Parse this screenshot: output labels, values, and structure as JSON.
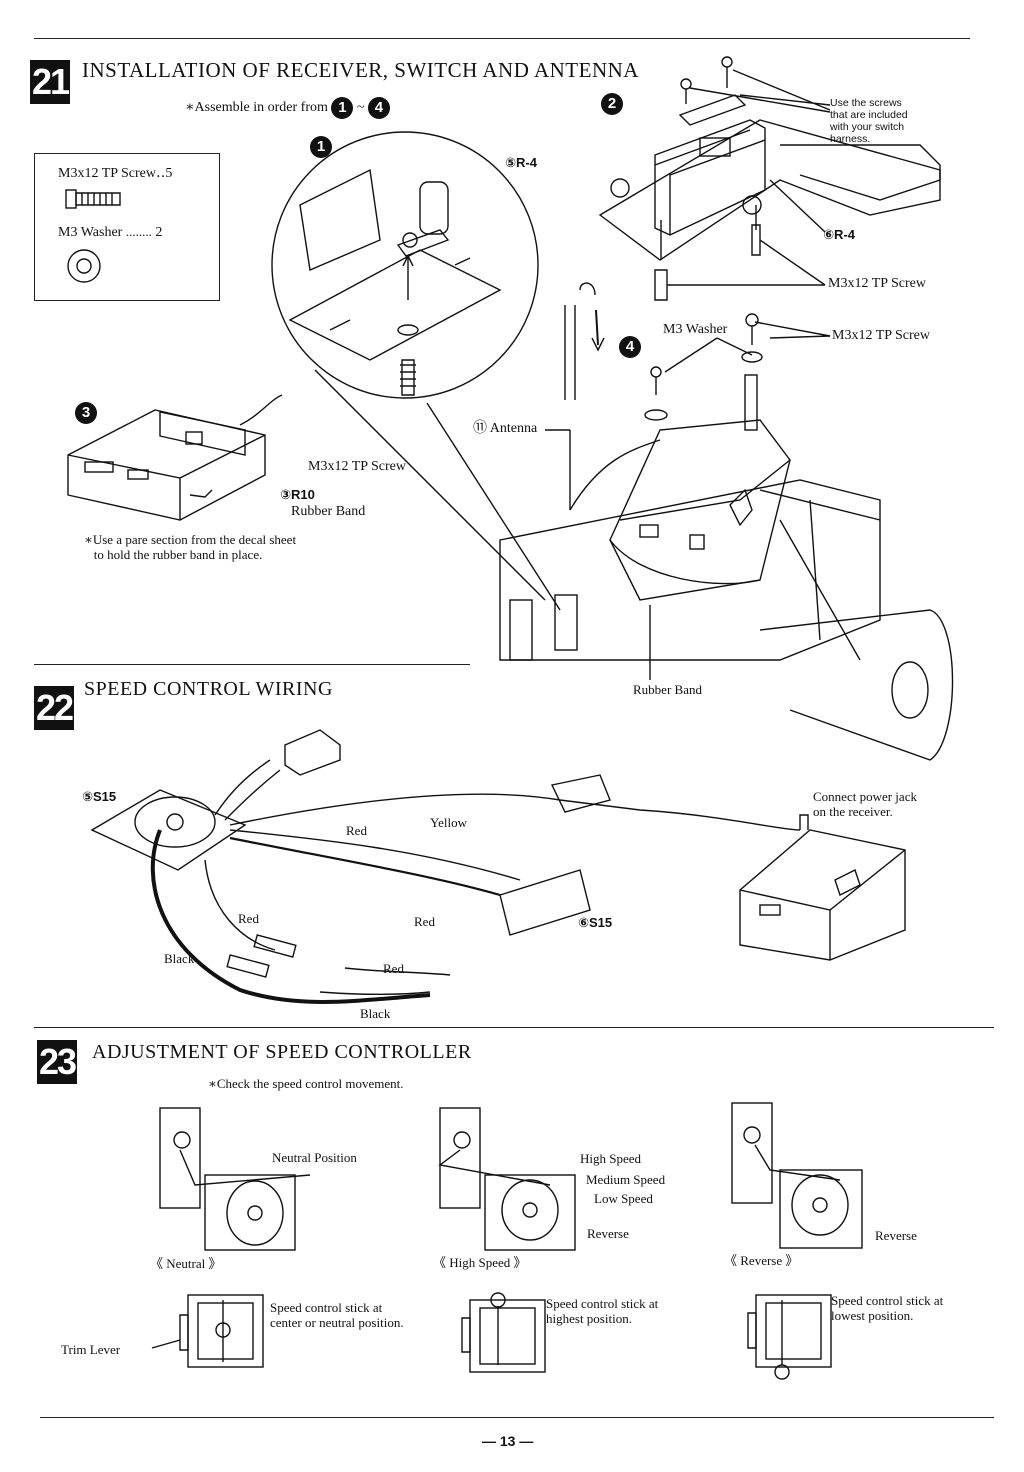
{
  "s21": {
    "number": "21",
    "title": "INSTALLATION OF RECEIVER, SWITCH AND ANTENNA",
    "note": "∗Assemble in order from",
    "note_from": "1",
    "note_tilde": "~",
    "note_to": "4",
    "parts": {
      "screw": "M3x12 TP Screw‥",
      "screw_qty": "5",
      "washer": "M3 Washer",
      "washer_dots": "........",
      "washer_qty": "2"
    },
    "steps": [
      "1",
      "2",
      "3",
      "4"
    ],
    "r4": "⑤R-4",
    "r4b": "⑥R-4",
    "screw_use": "Use the screws\nthat are included\nwith your switch\nharness.",
    "m3tp_a": "M3x12 TP Screw",
    "m3tp_b": "M3x12 TP Screw",
    "m3tp_c": "M3x12 TP Screw",
    "m3washer": "M3 Washer",
    "antenna": "⑪ Antenna",
    "r10": "③R10",
    "rubber_band": "Rubber Band",
    "decal_note": "∗Use a pare section from the decal sheet\n   to hold the rubber band in place.",
    "rubber_band2": "Rubber Band"
  },
  "s22": {
    "number": "22",
    "title": "SPEED CONTROL WIRING",
    "s15a": "⑤S15",
    "s15b": "⑥S15",
    "red1": "Red",
    "yellow": "Yellow",
    "red2": "Red",
    "red3": "Red",
    "red4": "Red",
    "black1": "Black",
    "black2": "Black",
    "connect": "Connect power jack\non the receiver."
  },
  "s23": {
    "number": "23",
    "title": "ADJUSTMENT OF SPEED CONTROLLER",
    "note": "∗Check the speed control movement.",
    "neutral_position": "Neutral Position",
    "high_speed": "High Speed",
    "medium_speed": "Medium Speed",
    "low_speed": "Low Speed",
    "reverse1": "Reverse",
    "reverse2": "Reverse",
    "cap_neutral": "《 Neutral 》",
    "cap_high": "《 High Speed 》",
    "cap_reverse": "《 Reverse 》",
    "stick_center": "Speed control stick at\ncenter or neutral position.",
    "stick_high": "Speed control stick at\nhighest position.",
    "stick_low": "Speed control stick at\nlowest position.",
    "trim_lever": "Trim Lever"
  },
  "page_number": "— 13 —"
}
